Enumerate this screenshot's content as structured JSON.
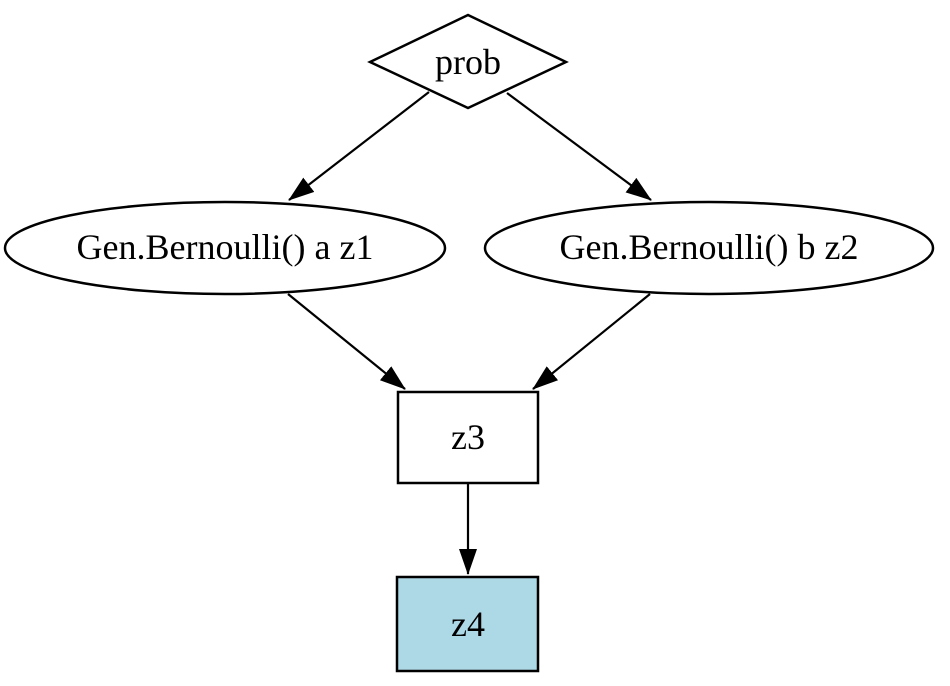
{
  "diagram": {
    "type": "directed-graph",
    "background": "#ffffff",
    "stroke_color": "#000000",
    "text_color": "#000000",
    "nodes": {
      "prob": {
        "label": "prob",
        "shape": "diamond",
        "fill": "#ffffff"
      },
      "z1": {
        "label": "Gen.Bernoulli() a z1",
        "shape": "ellipse",
        "fill": "#ffffff"
      },
      "z2": {
        "label": "Gen.Bernoulli() b z2",
        "shape": "ellipse",
        "fill": "#ffffff"
      },
      "z3": {
        "label": "z3",
        "shape": "box",
        "fill": "#ffffff"
      },
      "z4": {
        "label": "z4",
        "shape": "box",
        "fill": "#add8e6"
      }
    },
    "edges": [
      {
        "from": "prob",
        "to": "z1"
      },
      {
        "from": "prob",
        "to": "z2"
      },
      {
        "from": "z1",
        "to": "z3"
      },
      {
        "from": "z2",
        "to": "z3"
      },
      {
        "from": "z3",
        "to": "z4"
      }
    ]
  }
}
